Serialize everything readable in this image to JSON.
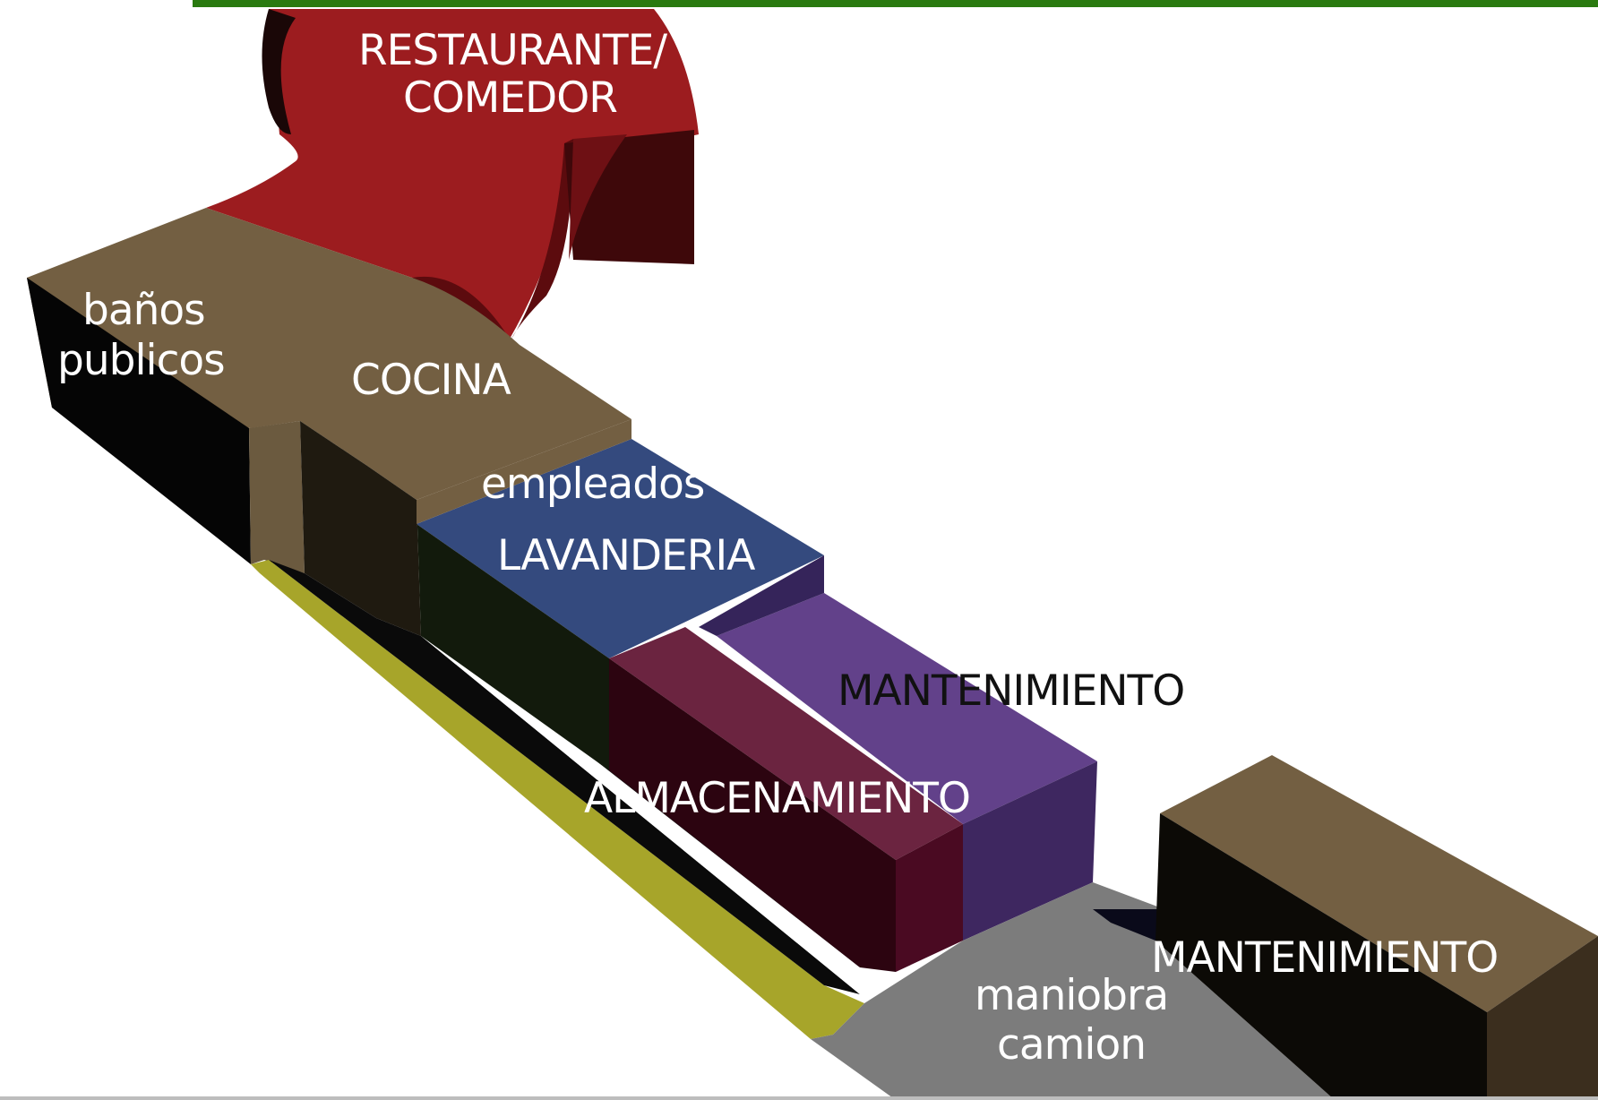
{
  "diagram": {
    "colors": {
      "top_bar": "#2a7a10",
      "restaurant": "#9c1c1f",
      "kitchen": "#735f42",
      "laundry": "#344a7e",
      "storage": "#6b2440",
      "maintenance_violet": "#62418a",
      "maneuver": "#7c7c7c",
      "maintenance_brown": "#735f42",
      "corridor": "#a7a52a"
    },
    "labels": {
      "restaurant_line1": "RESTAURANTE/",
      "restaurant_line2": "COMEDOR",
      "banos_line1": "baños",
      "banos_line2": "publicos",
      "cocina": "COCINA",
      "empleados": "empleados",
      "lavanderia": "LAVANDERIA",
      "mantenimiento_1": "MANTENIMIENTO",
      "almacenamiento": "ALMACENAMIENTO",
      "maniobra_line1": "maniobra",
      "maniobra_line2": "camion",
      "mantenimiento_2": "MANTENIMIENTO"
    }
  }
}
